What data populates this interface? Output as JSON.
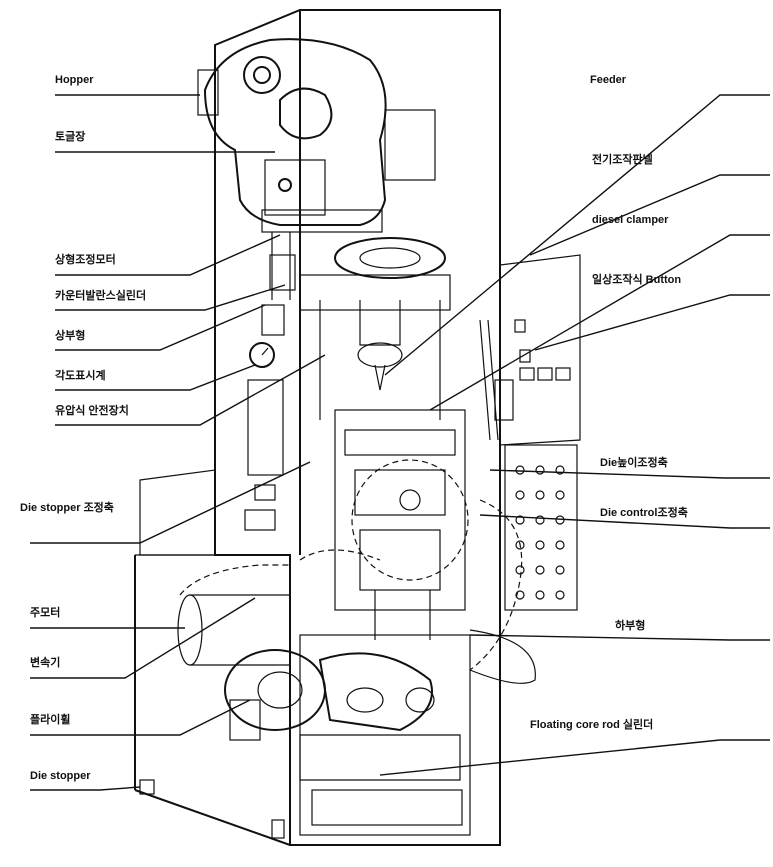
{
  "labels": {
    "hopper": "Hopper",
    "togeumjang": "토글장",
    "upper_adjust_motor": "상형조정모터",
    "counter_balance_cylinder": "카운터발란스실린더",
    "upper_part": "상부형",
    "angle_gauge": "각도표시계",
    "hydraulic_safety": "유압식 안전장치",
    "die_stopper_adjust": "Die stopper 조정축",
    "main_motor": "주모터",
    "reducer": "변속기",
    "flywheel": "플라이휠",
    "die_stopper": "Die stopper",
    "feeder": "Feeder",
    "electric_panel": "전기조작판넬",
    "diesel_clamper": "diesel clamper",
    "manual_button": "일상조작식 Button",
    "die_height_adjust": "Die높이조정축",
    "die_control_adjust": "Die control조정축",
    "lower_part": "하부형",
    "floating_core_rod": "Floating core rod 실린더"
  }
}
